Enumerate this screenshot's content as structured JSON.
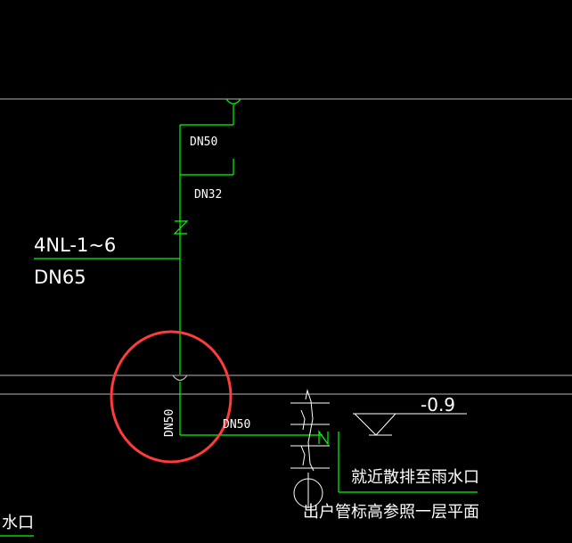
{
  "colors": {
    "background": "#000000",
    "pipe": "#00ff00",
    "axis_line": "#b4b4b4",
    "text": "#ffffff",
    "highlight": "#ff3b3b"
  },
  "labels": {
    "dn50_top": "DN50",
    "dn32": "DN32",
    "pipe_id": "4NL-1~6",
    "pipe_dn": "DN65",
    "dn50_vertical": "DN50",
    "dn50_horizontal": "DN50",
    "elevation": "-0.9",
    "note_drain": "就近散排至雨水口",
    "note_elevation": "出户管标高参照一层平面",
    "bottom_fragment": "水口"
  }
}
